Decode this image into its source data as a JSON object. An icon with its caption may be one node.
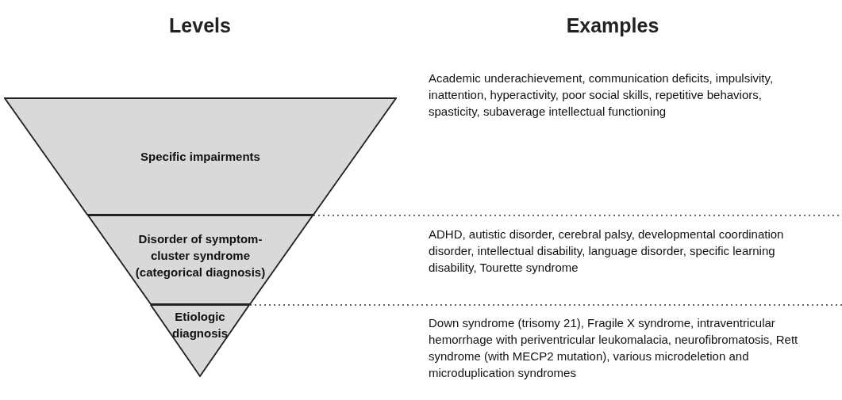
{
  "diagram": {
    "nodes": [
      {
        "text": [
          "Specific impairments"
        ]
      },
      {
        "text": [
          "Disorder of symptom-cluster syndrome (categorical diagnosis)"
        ]
      },
      {
        "text": [
          "Etiologic diagnosis"
        ]
      }
    ],
    "labels": [
      "Levels",
      "Examples",
      "Academic underachievement, communication deficits, impulsivity, inattention, hyperactivity, poor social skills, repetitive behaviors, spasticity, subaverage intellectual functioning",
      "ADHD, autistic disorder, cerebral palsy, developmental coordination disorder, intellectual disability, language disorder, specific learning disability, Tourette syndrome",
      "Down syndrome (trisomy 21), Fragile X syndrome, intraventricular hemorrhage with periventricular leukomalacia, neurofibromatosis, Rett syndrome (with MECP2 mutation), various microdeletion and microduplication syndromes"
    ]
  }
}
